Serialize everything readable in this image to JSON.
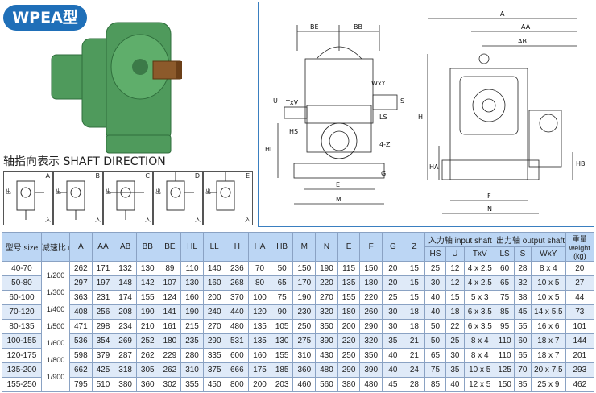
{
  "badge": "WPEA型",
  "shaft_direction_title": "轴指向表示  SHAFT DIRECTION",
  "shaft_boxes": [
    {
      "label": "A",
      "in": "入",
      "out": "出"
    },
    {
      "label": "B",
      "in": "入",
      "out": "出"
    },
    {
      "label": "C",
      "in": "入",
      "out": "出"
    },
    {
      "label": "D",
      "in": "入",
      "out": "出"
    },
    {
      "label": "E",
      "in": "入",
      "out": "出"
    }
  ],
  "drawing_labels": {
    "BE": "BE",
    "BB": "BB",
    "WxY": "WxY",
    "TxV": "TxV",
    "U": "U",
    "S": "S",
    "LS": "LS",
    "HS": "HS",
    "HL": "HL",
    "4Z": "4-Z",
    "G": "G",
    "E": "E",
    "M": "M",
    "A": "A",
    "AA": "AA",
    "AB": "AB",
    "H": "H",
    "HA": "HA",
    "HB": "HB",
    "F": "F",
    "N": "N"
  },
  "table": {
    "header": {
      "size": "型号 size",
      "ratio": "减速比 ratio",
      "cols": [
        "A",
        "AA",
        "AB",
        "BB",
        "BE",
        "HL",
        "LL",
        "H",
        "HA",
        "HB",
        "M",
        "N",
        "E",
        "F",
        "G",
        "Z"
      ],
      "input_group": "入力轴 input shaft",
      "input_cols": [
        "HS",
        "U",
        "TxV"
      ],
      "output_group": "出力轴 output shaft",
      "output_cols": [
        "LS",
        "S",
        "WxY"
      ],
      "weight": "重量 weight (kg)"
    },
    "ratios": [
      "1/200",
      "1/300",
      "1/400",
      "1/500",
      "1/600",
      "1/800",
      "1/900"
    ],
    "rows": [
      {
        "size": "40-70",
        "v": [
          "262",
          "171",
          "132",
          "130",
          "89",
          "110",
          "140",
          "236",
          "70",
          "50",
          "150",
          "190",
          "115",
          "150",
          "20",
          "15",
          "25",
          "12",
          "4 x 2.5",
          "60",
          "28",
          "8 x 4",
          "20"
        ]
      },
      {
        "size": "50-80",
        "v": [
          "297",
          "197",
          "148",
          "142",
          "107",
          "130",
          "160",
          "268",
          "80",
          "65",
          "170",
          "220",
          "135",
          "180",
          "20",
          "15",
          "30",
          "12",
          "4 x 2.5",
          "65",
          "32",
          "10 x 5",
          "27"
        ]
      },
      {
        "size": "60-100",
        "v": [
          "363",
          "231",
          "174",
          "155",
          "124",
          "160",
          "200",
          "370",
          "100",
          "75",
          "190",
          "270",
          "155",
          "220",
          "25",
          "15",
          "40",
          "15",
          "5 x 3",
          "75",
          "38",
          "10 x 5",
          "44"
        ]
      },
      {
        "size": "70-120",
        "v": [
          "408",
          "256",
          "208",
          "190",
          "141",
          "190",
          "240",
          "440",
          "120",
          "90",
          "230",
          "320",
          "180",
          "260",
          "30",
          "18",
          "40",
          "18",
          "6 x 3.5",
          "85",
          "45",
          "14 x 5.5",
          "73"
        ]
      },
      {
        "size": "80-135",
        "v": [
          "471",
          "298",
          "234",
          "210",
          "161",
          "215",
          "270",
          "480",
          "135",
          "105",
          "250",
          "350",
          "200",
          "290",
          "30",
          "18",
          "50",
          "22",
          "6 x 3.5",
          "95",
          "55",
          "16 x 6",
          "101"
        ]
      },
      {
        "size": "100-155",
        "v": [
          "536",
          "354",
          "269",
          "252",
          "180",
          "235",
          "290",
          "531",
          "135",
          "130",
          "275",
          "390",
          "220",
          "320",
          "35",
          "21",
          "50",
          "25",
          "8 x 4",
          "110",
          "60",
          "18 x 7",
          "144"
        ]
      },
      {
        "size": "120-175",
        "v": [
          "598",
          "379",
          "287",
          "262",
          "229",
          "280",
          "335",
          "600",
          "160",
          "155",
          "310",
          "430",
          "250",
          "350",
          "40",
          "21",
          "65",
          "30",
          "8 x 4",
          "110",
          "65",
          "18 x 7",
          "201"
        ]
      },
      {
        "size": "135-200",
        "v": [
          "662",
          "425",
          "318",
          "305",
          "262",
          "310",
          "375",
          "666",
          "175",
          "185",
          "360",
          "480",
          "290",
          "390",
          "40",
          "24",
          "75",
          "35",
          "10 x 5",
          "125",
          "70",
          "20 x 7.5",
          "293"
        ]
      },
      {
        "size": "155-250",
        "v": [
          "795",
          "510",
          "380",
          "360",
          "302",
          "355",
          "450",
          "800",
          "200",
          "203",
          "460",
          "560",
          "380",
          "480",
          "45",
          "28",
          "85",
          "40",
          "12 x 5",
          "150",
          "85",
          "25 x 9",
          "462"
        ]
      }
    ]
  },
  "colors": {
    "badge": "#1f6fb8",
    "header_bg": "#bcd6f4",
    "row_alt": "#dfeaf8",
    "gear_green": "#4f9a5c"
  }
}
